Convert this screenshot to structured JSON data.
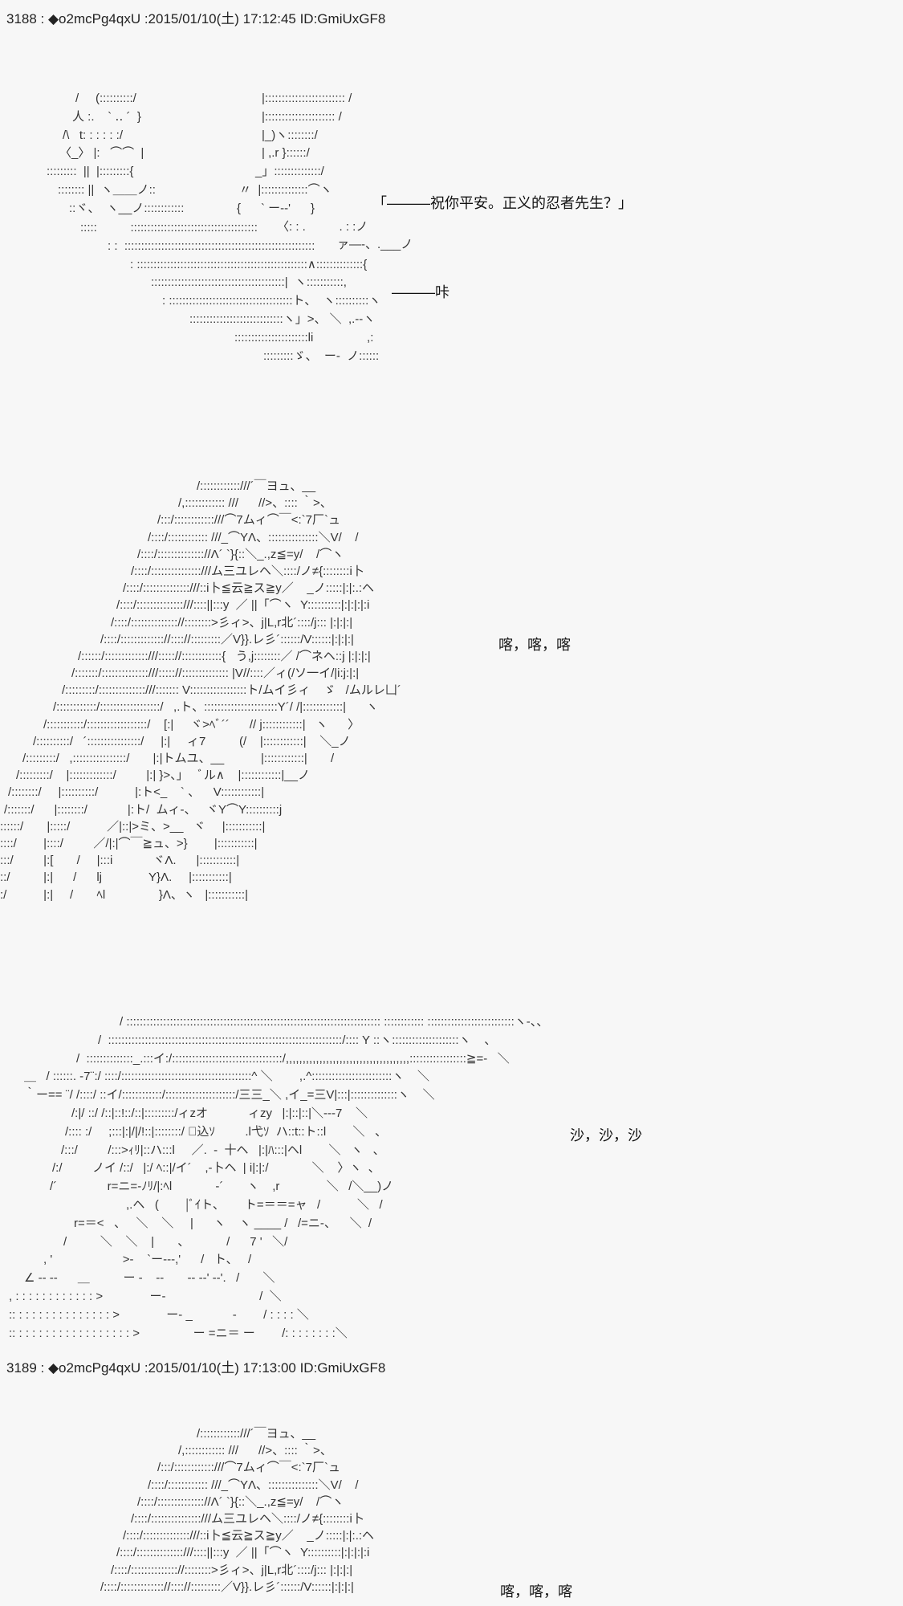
{
  "posts": [
    {
      "header": "3188 : ◆o2mcPg4qxU :2015/01/10(土) 17:12:45 ID:GmiUxGF8",
      "dialogue": "「―――祝你平安。正义的忍者先生？」",
      "sfx_1": "―――咔",
      "sfx_2": "喀，喀，喀",
      "sfx_3": "沙，沙，沙",
      "art_left": [
        "/     (::::::::::/",
        "人 :.    ` ‥ ´  }",
        "/\\   t: : : : : :/",
        "〈_〉 |:   ⌒⌒  |",
        ":::::::::  ||  |:::::::::{",
        ":::::::: ||  ヽ＿＿ノ::",
        "::ヾ、  ヽ__ノ::::::::::::"
      ],
      "art_right": [
        "|:::::::::::::::::::::::: /",
        "|::::::::::::::::::::: /",
        "|_)ヽ::::::::/",
        "| ,.r }::::::/",
        "_」::::::::::::::/",
        "〃  |::::::::::::::⌒ヽ",
        "{      ` ー-‐'      }",
        "〈: : .          . : :ノ",
        "ァ―-、.___ノ"
      ],
      "art_ground": [
        ":::::          ::::::::::::::::::::::::::::::::::::::",
        ": :  :::::::::::::::::::::::::::::::::::::::::::::::::::::::::",
        ": :::::::::::::::::::::::::::::::::::::::::::::::::::∧::::::::::::::{",
        "::::::::::::::::::::::::::::::::::::::::|  ヽ:::::::::::,",
        ": :::::::::::::::::::::::::::::::::::::ト、  ヽ::::::::::ヽ",
        "::::::::::::::::::::::::::::ヽ」>、 ＼  ,.‐‐ヽ",
        "::::::::::::::::::::::li                ,:",
        ":::::::::ゞ、  ー‐  ノ::::::"
      ],
      "art_hooded": [
        "/::::::::::::///´￣ヨュ、__",
        "/,:::::::::::: ///      //>、:::: ｀>、",
        "/:::/::::::::::::///⌒7ムィ⌒￣<:`7厂`ュ",
        "/::::/:::::::::::: ///_⌒YΛ、:::::::::::::::＼V/    /",
        "/::::/:::::::::::::://Λ´ `}{::＼_.,z≦=y/    /⌒ヽ",
        "/::::/:::::::::::::::///ム三ユレヘ＼::::/ノ≠{::::::::i卜",
        "/::::/::::::::::::::///::i卜≦云≧ス≧y／    _ノ:::::|:|:.:ヘ",
        "/::::/::::::::::::::///::::||:::y  ／ ||「⌒ヽ  Y::::::::::|:|:|:|:i",
        "/::::/:::::::::::::://::::::::>彡ィ>、j|L,r北´::::/j::: |:|:|:|",
        "/::::/::::::::::::://:::://:::::::::／V}}.レ彡´::::::/V::::::|:|:|:|",
        "/::::::/:::::::::::::///::::://::::::::::::{   う,j::::::::／ /⌒ネヘ::j |:|:|:|",
        "/:::::::/::::::::::::::///::::://:::::::::::::: |V//::::／ィ(/ソ一イ/|i:j:|:|",
        "/:::::::::/::::::::::::::///::::::: V:::::::::::::::::ト/ムイ彡ィ    ゞ   /ムルレ凵´",
        "/::::::::::::/::::::::::::::::::/   ,.ト、::::::::::::::::::::::Y´/ /|::::::::::::|      ヽ",
        "/:::::::::::/::::::::::::::::::/    [:|     ヾ>ﾍﾞ´´      // j::::::::::::|   ヽ      〉",
        "/::::::::::/   ´::::::::::::::::/     |:|     ィ7          (/    |::::::::::::|    ＼_ノ",
        "/:::::::::/   ,::::::::::::::::/       |:|トムユ、__           |::::::::::::|       /",
        "/:::::::::/    |:::::::::::::/         |:| }>、」   ﾞル∧    |::::::::::::|__ノ",
        "/::::::::/     |::::::::::/           |:ト<_    ` 、    V::::::::::::|",
        "/:::::::/      |::::::::/            |:ト/  ムィ-、   ヾY⌒Y::::::::::j",
        "::::::/       |:::::/           ／|::|>ミ、>__   ヾ     |:::::::::::|",
        "::::/        |::::/         ／/|:|⌒￣≧ュ、>}        |:::::::::::|",
        ":::/         |:[       /     |:::i            ヾΛ.      |:::::::::::|",
        "::/          |:|      /      lj              Y}Λ.     |:::::::::::|",
        ":/           |:|     /       ﾍl                }Λ、ヽ   |:::::::::::|"
      ],
      "art_crowd": [
        "/ :::::::::::::::::::::::::::::::::::::::::::::::::::::::::::::::::::::::::::: :::::::::::: ::::::::::::::::::::::::::ヽ-、、",
        "/  ::::::::::::::::::::::::::::::::::::::::::::::::::::::::::::::::::::::/:::: Y ::ヽ::::::::::::::::::::ヽ    、",
        "/  ::::::::::::::_.:::イ:/:::::::::::::::::::::::::::::::::/,,,,,,,,,,,,,,,,,,,,,,,,,,,,,,,,,,,,,:::::::::::::::::≧=-   ＼",
        "＿   / ::::::. -7¨:/ ::::/:::::::::::::::::::::::::::::::::::::::^ ＼        ,.^::::::::::::::::::::::::ヽ    ＼",
        "｀ー== ¨/ /::::/ ::イ/::::::::::::/:::::::::::::::::::::/三三_＼ ,イ_=三V|:::|::::::::::::::ヽ    ＼",
        "/:|/ ::/ /::|::!::/::|:::::::::/ィzオ            ィzy   |:|::|::|＼-‐‐7    ＼",
        "/:::: :/     ;:::|:|/|/!::|::::::::/ ﾞ込ｿ         .l弋ｿ  ハ::t::ト::l        ＼   、",
        "/:::/         /:::>ｨﾘ|::ハ:::l     ／.  -  十ヘ   |:|ﾊ:::|ヘl        ＼   ヽ   、",
        "/:/         ノイ /::/   |:/ ﾍ::|/イ´    ,-卜ヘ  | i|:|:/             ＼    〉ヽ  、",
        "/´               r=ニ=-ﾉﾘ/|:ﾍl             -´       ヽ    ,r              ＼   /＼__)ノ",
        ",.ヘ   (        |ﾞｲト、      ト=＝＝=ャ   /           ＼   /",
        "r=＝<   、   ＼    ＼     |      ヽ    ヽ ____ /   /=ニ-、    ＼  /",
        "/          ＼    ＼    |       、           /      7 '   ＼/",
        ", '                     >-    `ー‐‐‐,'      /   ト、   /",
        "∠ ‐‐ ‐‐      ＿          ー -    ‐‐       -‐ ‐‐' ‐‐'.   /       ＼",
        ", : : : : : : : : : : : : >              ー-                            /  ＼",
        ":: : : : : : : : : : : : : : : >              ー- _            -        / : : : : ＼",
        ":: : : : : : : : : : : : : : : : : : >                ー =ニ＝ ー        /: : : : : : : :＼"
      ]
    },
    {
      "header": "3189 : ◆o2mcPg4qxU :2015/01/10(土) 17:13:00 ID:GmiUxGF8",
      "sfx_1": "喀，喀，喀"
    }
  ]
}
